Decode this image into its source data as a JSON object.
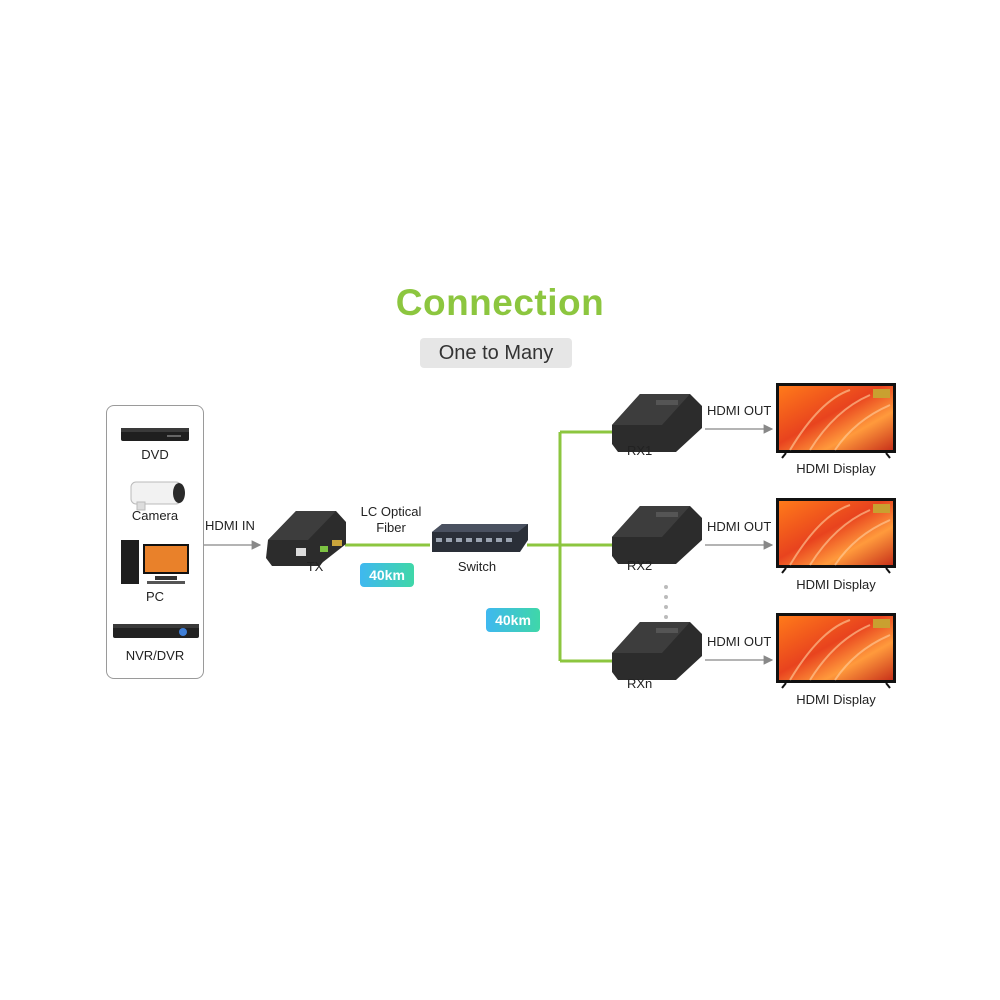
{
  "diagram": {
    "title": "Connection",
    "subtitle": "One to Many",
    "sources": [
      {
        "label": "DVD",
        "icon": "dvd-player-icon"
      },
      {
        "label": "Camera",
        "icon": "security-camera-icon"
      },
      {
        "label": "PC",
        "icon": "pc-icon"
      },
      {
        "label": "NVR/DVR",
        "icon": "nvr-dvr-icon"
      }
    ],
    "input_label": "HDMI IN",
    "transmitter": {
      "label": "TX"
    },
    "fiber_label": "LC Optical\nFiber",
    "distance_1": "40km",
    "switch_label": "Switch",
    "distance_2": "40km",
    "receivers": [
      {
        "label": "RX1",
        "output_label": "HDMI OUT",
        "display_label": "HDMI Display"
      },
      {
        "label": "RX2",
        "output_label": "HDMI OUT",
        "display_label": "HDMI Display"
      },
      {
        "label": "RXn",
        "output_label": "HDMI OUT",
        "display_label": "HDMI Display"
      }
    ],
    "colors": {
      "accent": "#8cc63f",
      "fiber": "#8cc63f",
      "badge_from": "#3fb8f0",
      "badge_to": "#3fd7a8"
    }
  }
}
